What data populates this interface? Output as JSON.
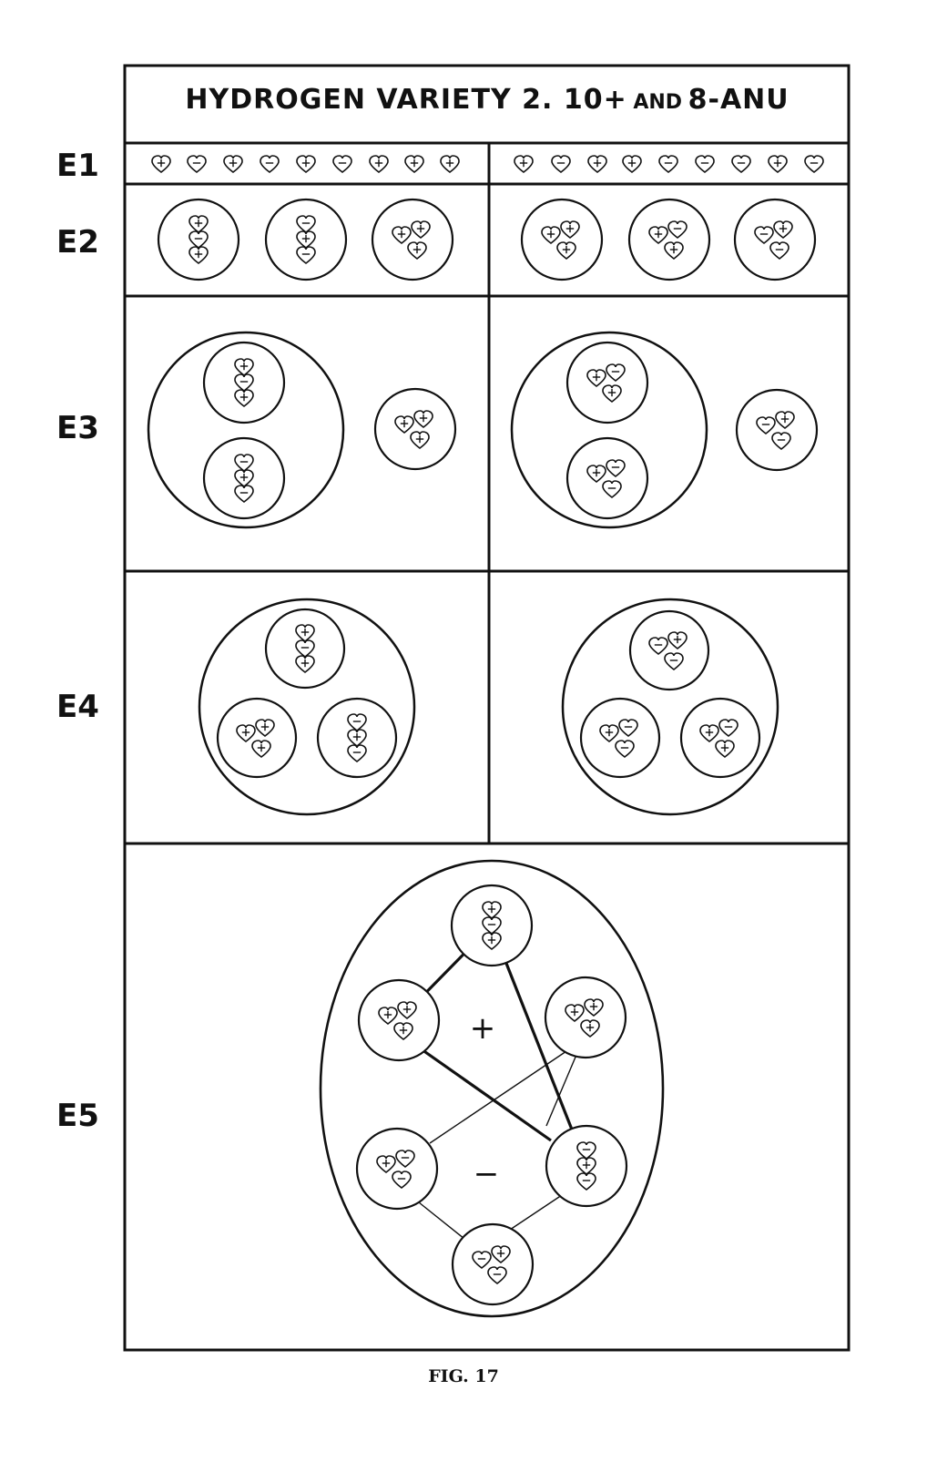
{
  "figure": {
    "title_part1": "HYDROGEN VARIETY 2. 10+",
    "title_part2": "AND",
    "title_part3": "8-ANU",
    "caption": "FIG. 17"
  },
  "levels": {
    "e1": "E1",
    "e2": "E2",
    "e3": "E3",
    "e4": "E4",
    "e5": "E5"
  },
  "signs": {
    "plus": "+",
    "minus": "−"
  },
  "e1_left_charges": [
    "+",
    "-",
    "+",
    "-",
    "+",
    "-",
    "+",
    "+",
    "+"
  ],
  "e1_right_charges": [
    "+",
    "-",
    "+",
    "+",
    "-",
    "-",
    "-",
    "+",
    "-"
  ],
  "groups": {
    "pos_linear": [
      "+",
      "-",
      "+"
    ],
    "neg_linear": [
      "-",
      "+",
      "-"
    ],
    "pos_triangle": [
      "+",
      "+",
      "+"
    ],
    "mixed_triangle": [
      "+",
      "-",
      "+"
    ],
    "mixed_triangle_b": [
      "+",
      "-",
      "-"
    ],
    "neg_triangle": [
      "-",
      "+",
      "-"
    ]
  }
}
